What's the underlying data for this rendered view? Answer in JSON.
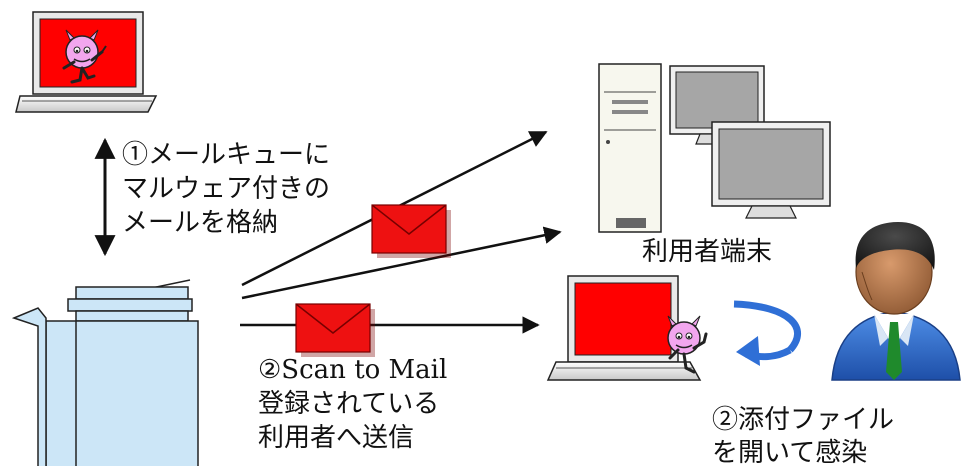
{
  "labels": {
    "mail_queue": [
      "①メールキューに",
      "マルウェア付きの",
      "メールを格納"
    ],
    "user_terminals": "利用者端末",
    "scan_to_mail": [
      "②Scan to Mail",
      "登録されている",
      "利用者へ送信"
    ],
    "open_attachment": [
      "②添付ファイル",
      "を開いて感染"
    ]
  },
  "colors": {
    "infected_screen": "#ff0000",
    "envelope": "#ee1111",
    "mfp_body": "#cce6f7",
    "server_body": "#f7f7ee",
    "monitor_screen": "#a6a6a6",
    "demon": "#f2a6ee",
    "user_shirt": "#2b68c9",
    "user_skin": "#b2744a"
  }
}
